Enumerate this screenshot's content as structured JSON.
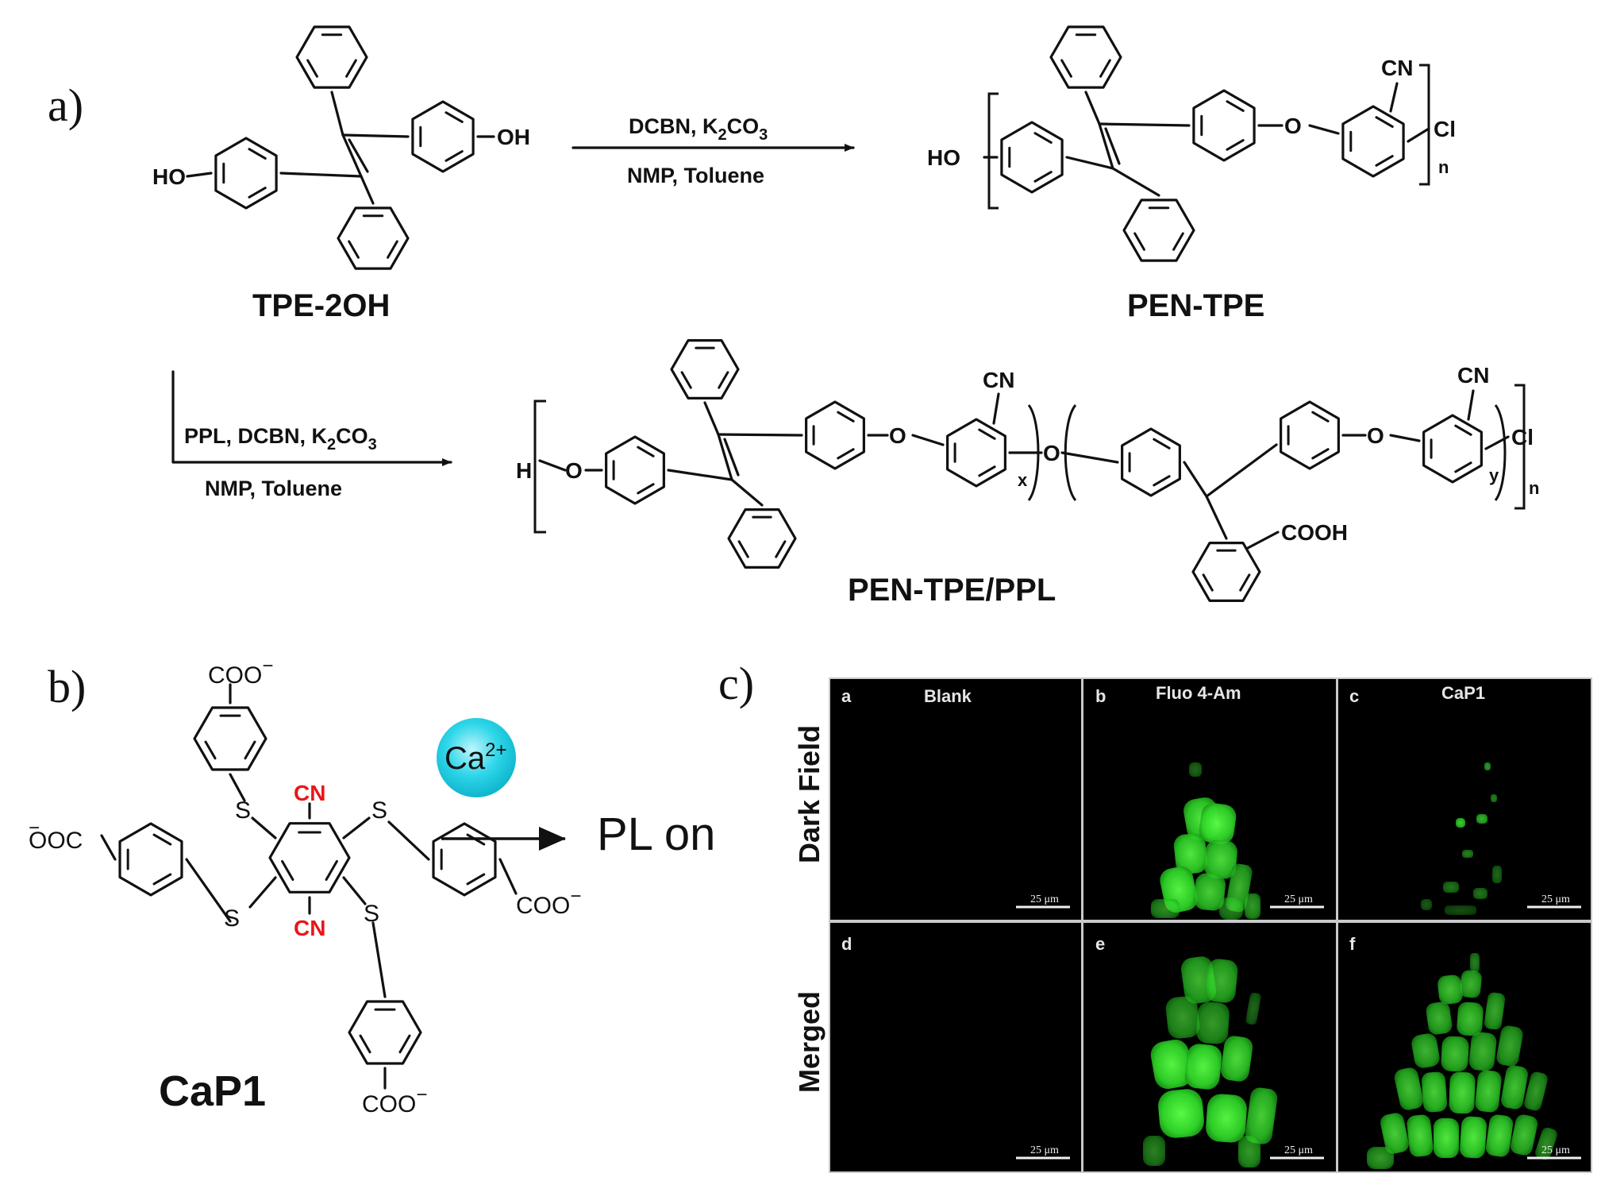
{
  "panel_a": {
    "label": "a)",
    "compound1": "TPE-2OH",
    "compound2": "PEN-TPE",
    "compound3": "PEN-TPE/PPL",
    "reaction1": {
      "line1": "DCBN, K",
      "line1_sub": "2",
      "line1_tail": "CO",
      "line1_sub2": "3",
      "line2": "NMP, Toluene"
    },
    "reaction2": {
      "line1": "PPL, DCBN, K",
      "line1_sub": "2",
      "line1_tail": "CO",
      "line1_sub2": "3",
      "line2": "NMP, Toluene"
    },
    "atoms": {
      "oh": "OH",
      "ho": "HO",
      "o": "O",
      "cn": "CN",
      "cl": "Cl",
      "h": "H",
      "n": "n",
      "x": "x",
      "y": "y",
      "cooh": "COOH"
    }
  },
  "panel_b": {
    "label": "b)",
    "compound": "CaP1",
    "ion": "Ca",
    "ion_charge": "2+",
    "result": "PL on",
    "atoms": {
      "s": "S",
      "cn": "CN",
      "coo": "COO",
      "ooc": "OOC",
      "minus": "−"
    },
    "colors": {
      "cn": "#e8161b",
      "ion_sphere": "#2ed6ea"
    }
  },
  "panel_c": {
    "label": "c)",
    "row_labels": [
      "Dark Field",
      "Merged"
    ],
    "column_titles": [
      "Blank",
      "Fluo 4-Am",
      "CaP1"
    ],
    "sub_labels": [
      "a",
      "b",
      "c",
      "d",
      "e",
      "f"
    ],
    "scale_bar": "25 μm",
    "colors": {
      "fluorescence": "#4cff3a",
      "background": "#000000"
    }
  }
}
